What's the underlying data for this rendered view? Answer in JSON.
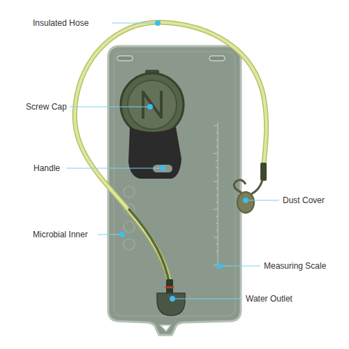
{
  "diagram": {
    "labels": [
      "Insulated Hose",
      "Screw Cap",
      "Handle",
      "Microbial Inner",
      "Dust Cover",
      "Measuring Scale",
      "Water Outlet"
    ]
  }
}
